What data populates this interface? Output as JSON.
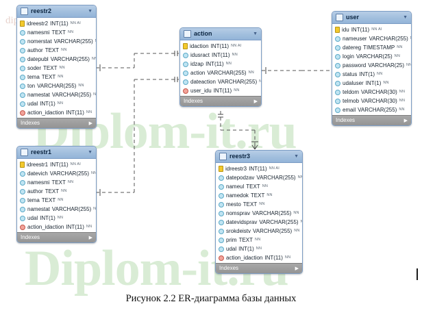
{
  "caption": "Рисунок 2.2 ER-диаграмма базы данных",
  "watermarks": {
    "top": "diplom-it.ru",
    "middle": "Diplom-it.ru",
    "lower": "Diplom-it.ru"
  },
  "footer_label": "Indexes",
  "tables": [
    {
      "name": "reestr2",
      "columns": [
        {
          "key": "pk",
          "name": "idreestr2",
          "type": "INT(11)",
          "flags": "NN AI"
        },
        {
          "key": "norm",
          "name": "namesmi",
          "type": "TEXT",
          "flags": "NN"
        },
        {
          "key": "norm",
          "name": "nomerstat",
          "type": "VARCHAR(255)",
          "flags": "NN"
        },
        {
          "key": "norm",
          "name": "author",
          "type": "TEXT",
          "flags": "NN"
        },
        {
          "key": "norm",
          "name": "datepubl",
          "type": "VARCHAR(255)",
          "flags": "NN"
        },
        {
          "key": "norm",
          "name": "soder",
          "type": "TEXT",
          "flags": "NN"
        },
        {
          "key": "norm",
          "name": "tema",
          "type": "TEXT",
          "flags": "NN"
        },
        {
          "key": "norm",
          "name": "ton",
          "type": "VARCHAR(255)",
          "flags": "NN"
        },
        {
          "key": "norm",
          "name": "namestat",
          "type": "VARCHAR(255)",
          "flags": "NN"
        },
        {
          "key": "norm",
          "name": "udal",
          "type": "INT(1)",
          "flags": "NN"
        },
        {
          "key": "fk",
          "name": "action_idaction",
          "type": "INT(11)",
          "flags": "NN"
        }
      ]
    },
    {
      "name": "action",
      "columns": [
        {
          "key": "pk",
          "name": "idaction",
          "type": "INT(11)",
          "flags": "NN AI"
        },
        {
          "key": "norm",
          "name": "idusract",
          "type": "INT(11)",
          "flags": "NN"
        },
        {
          "key": "norm",
          "name": "idzap",
          "type": "INT(11)",
          "flags": "NN"
        },
        {
          "key": "norm",
          "name": "action",
          "type": "VARCHAR(255)",
          "flags": "NN"
        },
        {
          "key": "norm",
          "name": "dateaction",
          "type": "VARCHAR(255)",
          "flags": "NN"
        },
        {
          "key": "fk",
          "name": "user_idu",
          "type": "INT(11)",
          "flags": "NN"
        }
      ]
    },
    {
      "name": "user",
      "columns": [
        {
          "key": "pk",
          "name": "idu",
          "type": "INT(11)",
          "flags": "NN AI"
        },
        {
          "key": "norm",
          "name": "nameuser",
          "type": "VARCHAR(255)",
          "flags": "NN"
        },
        {
          "key": "norm",
          "name": "datereg",
          "type": "TIMESTAMP",
          "flags": "NN"
        },
        {
          "key": "norm",
          "name": "login",
          "type": "VARCHAR(25)",
          "flags": "NN"
        },
        {
          "key": "norm",
          "name": "password",
          "type": "VARCHAR(25)",
          "flags": "NN"
        },
        {
          "key": "norm",
          "name": "status",
          "type": "INT(1)",
          "flags": "NN"
        },
        {
          "key": "norm",
          "name": "udaluser",
          "type": "INT(1)",
          "flags": "NN"
        },
        {
          "key": "norm",
          "name": "teldom",
          "type": "VARCHAR(30)",
          "flags": "NN"
        },
        {
          "key": "norm",
          "name": "telmob",
          "type": "VARCHAR(30)",
          "flags": "NN"
        },
        {
          "key": "norm",
          "name": "email",
          "type": "VARCHAR(255)",
          "flags": "NN"
        }
      ]
    },
    {
      "name": "reestr1",
      "columns": [
        {
          "key": "pk",
          "name": "idreestr1",
          "type": "INT(11)",
          "flags": "NN AI"
        },
        {
          "key": "norm",
          "name": "datevich",
          "type": "VARCHAR(255)",
          "flags": "NN"
        },
        {
          "key": "norm",
          "name": "namesmi",
          "type": "TEXT",
          "flags": "NN"
        },
        {
          "key": "norm",
          "name": "author",
          "type": "TEXT",
          "flags": "NN"
        },
        {
          "key": "norm",
          "name": "tema",
          "type": "TEXT",
          "flags": "NN"
        },
        {
          "key": "norm",
          "name": "namestat",
          "type": "VARCHAR(255)",
          "flags": "NN"
        },
        {
          "key": "norm",
          "name": "udal",
          "type": "INT(1)",
          "flags": "NN"
        },
        {
          "key": "fk",
          "name": "action_idaction",
          "type": "INT(11)",
          "flags": "NN"
        }
      ]
    },
    {
      "name": "reestr3",
      "columns": [
        {
          "key": "pk",
          "name": "idreestr3",
          "type": "INT(11)",
          "flags": "NN AI"
        },
        {
          "key": "norm",
          "name": "datepodzav",
          "type": "VARCHAR(255)",
          "flags": "NN"
        },
        {
          "key": "norm",
          "name": "nameul",
          "type": "TEXT",
          "flags": "NN"
        },
        {
          "key": "norm",
          "name": "namedok",
          "type": "TEXT",
          "flags": "NN"
        },
        {
          "key": "norm",
          "name": "mesto",
          "type": "TEXT",
          "flags": "NN"
        },
        {
          "key": "norm",
          "name": "nomsprav",
          "type": "VARCHAR(255)",
          "flags": "NN"
        },
        {
          "key": "norm",
          "name": "datevidsprav",
          "type": "VARCHAR(255)",
          "flags": "NN"
        },
        {
          "key": "norm",
          "name": "srokdeistv",
          "type": "VARCHAR(255)",
          "flags": "NN"
        },
        {
          "key": "norm",
          "name": "prim",
          "type": "TEXT",
          "flags": "NN"
        },
        {
          "key": "norm",
          "name": "udal",
          "type": "INT(1)",
          "flags": "NN"
        },
        {
          "key": "fk",
          "name": "action_idaction",
          "type": "INT(11)",
          "flags": "NN"
        }
      ]
    }
  ],
  "relationships": [
    {
      "from": "reestr2",
      "to": "action",
      "type": "one-to-many"
    },
    {
      "from": "reestr1",
      "to": "action",
      "type": "one-to-many"
    },
    {
      "from": "reestr3",
      "to": "action",
      "type": "one-to-many"
    },
    {
      "from": "action",
      "to": "user",
      "type": "one-to-many"
    }
  ],
  "colors": {
    "header": "#a3c0de",
    "border": "#7b9cc4",
    "footer": "#949494",
    "pk": "#f3c92c",
    "fk": "#f2a39a",
    "column": "#bfe4f2",
    "watermark": "#d9ecd5"
  }
}
